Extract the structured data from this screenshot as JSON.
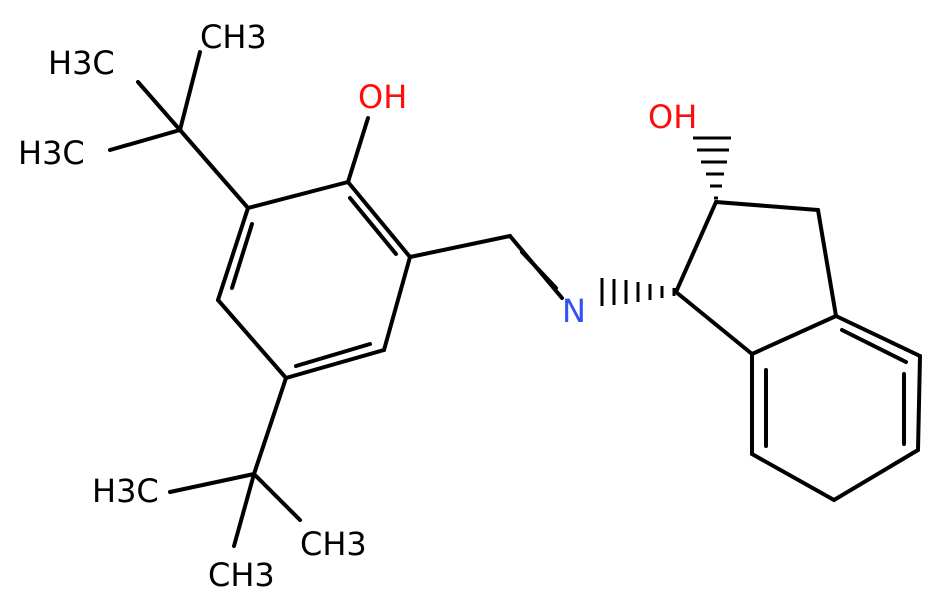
{
  "structure": {
    "labels": {
      "ch3_top_right": "CH3",
      "ch3_top_left": "H3C",
      "ch3_mid_left": "H3C",
      "oh_phenol": "OH",
      "oh_indanol": "OH",
      "n_imine": "N",
      "ch3_bottom_left": "H3C",
      "ch3_bottom_right": "CH3",
      "ch3_bottom_lower": "CH3"
    },
    "colors": {
      "bond": "#000000",
      "carbon_label": "#000000",
      "oxygen": "#ff0d0d",
      "nitrogen": "#3050f8"
    }
  }
}
